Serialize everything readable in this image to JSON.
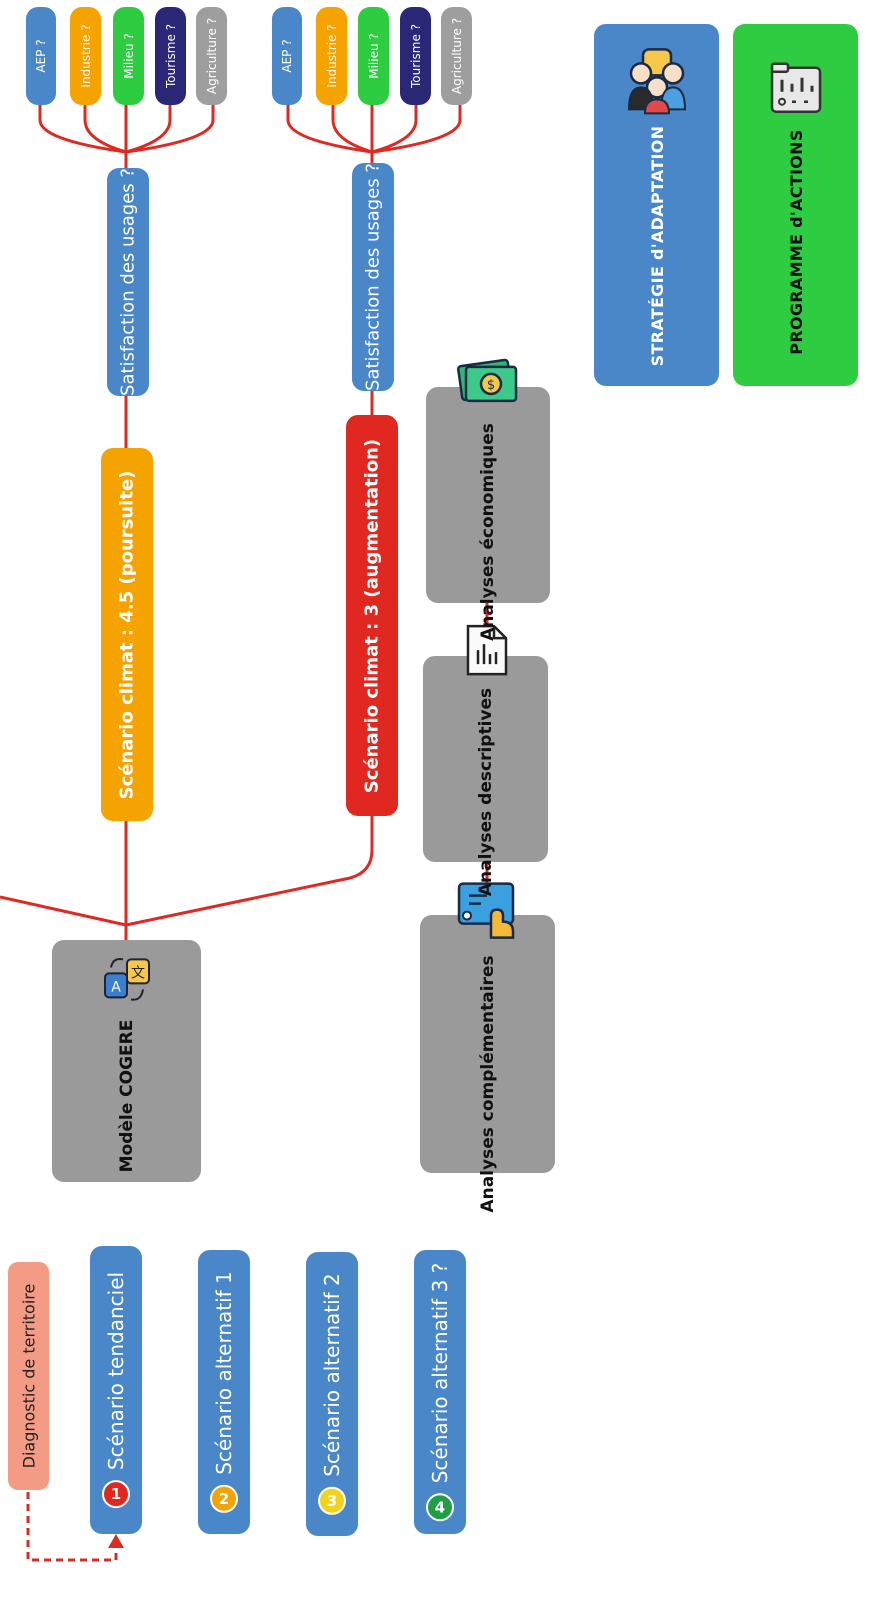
{
  "colors": {
    "line": "#dd2a22",
    "blue": "#4a87c8",
    "orange": "#f5a300",
    "green": "#2ecc40",
    "navy": "#2a2876",
    "gray": "#9e9e9e",
    "boxgray": "#9a9a9a",
    "red": "#e02820",
    "salmon": "#f39b84",
    "yellow": "#f2d21a",
    "darkgreen": "#1f9e45"
  },
  "diagnostic": "Diagnostic de territoire",
  "scenarios": [
    {
      "num": "1",
      "label": "Scénario tendanciel"
    },
    {
      "num": "2",
      "label": "Scénario alternatif 1"
    },
    {
      "num": "3",
      "label": "Scénario alternatif 2"
    },
    {
      "num": "4",
      "label": "Scénario alternatif 3 ?"
    }
  ],
  "model": "Modèle COGERE",
  "climate": [
    "Scénario climat : 4.5 (poursuite)",
    "Scénario climat : 3 (augmentation)"
  ],
  "satisfaction": "Satisfaction des usages ?",
  "usages": [
    "AEP ?",
    "Industrie ?",
    "Milieu ?",
    "Tourisme ?",
    "Agriculture ?"
  ],
  "analyses": {
    "complementaires": "Analyses complémentaires",
    "descriptives": "Analyses descriptives",
    "economiques": "Analyses économiques"
  },
  "strategie": "STRATÉGIE d'ADAPTATION",
  "programme": "PROGRAMME d'ACTIONS",
  "icons": [
    "translate-icon",
    "image-edit-icon",
    "document-chart-icon",
    "money-icon",
    "team-icon",
    "dashboard-icon"
  ]
}
